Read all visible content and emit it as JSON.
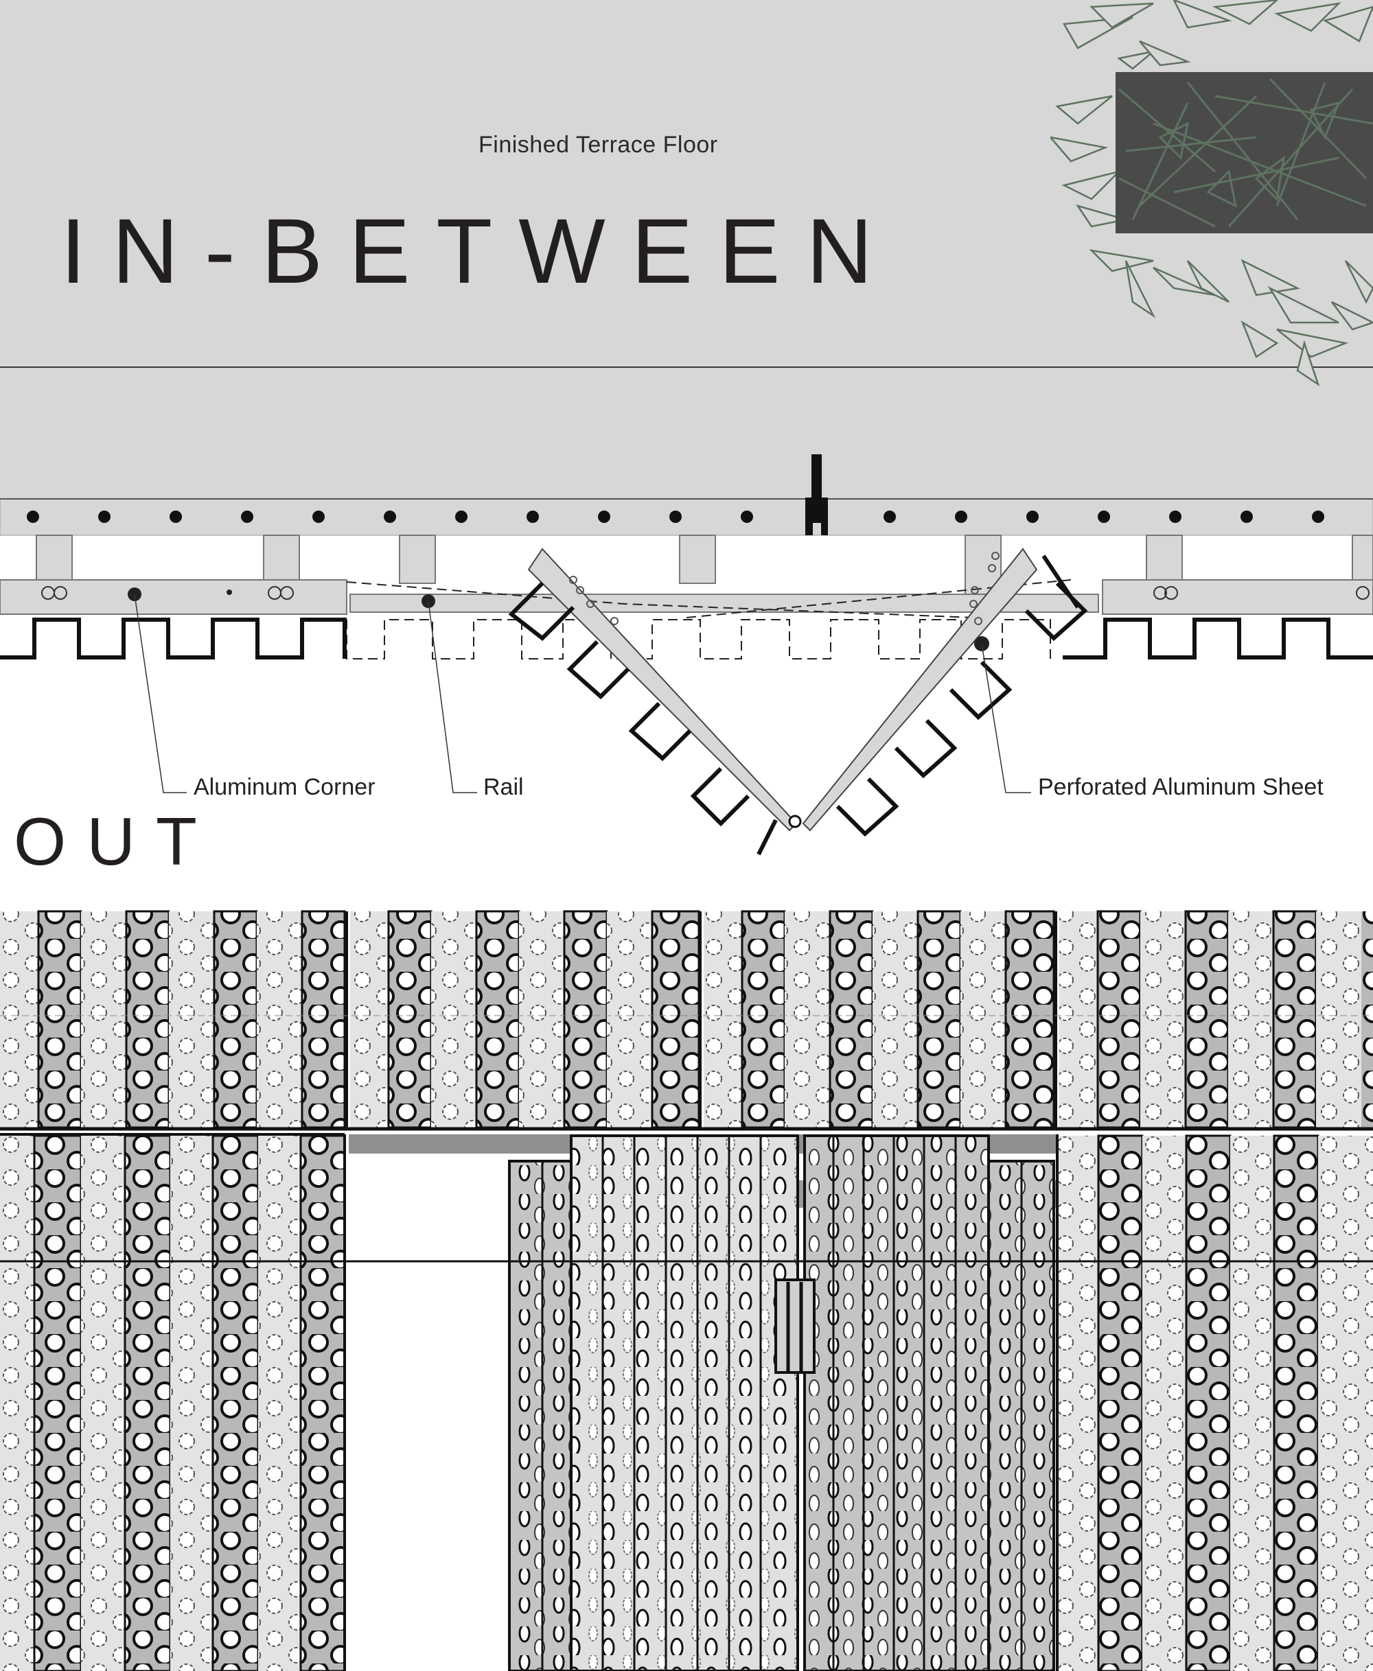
{
  "drawing": {
    "title": "IN-BETWEEN",
    "subtitle": "Finished Terrace Floor",
    "zone_label": "OUT"
  },
  "callouts": [
    {
      "id": "aluminum-corner",
      "label": "Aluminum Corner"
    },
    {
      "id": "rail",
      "label": "Rail"
    },
    {
      "id": "perforated-sheet",
      "label": "Perforated Aluminum Sheet"
    }
  ],
  "colors": {
    "background_top": "#d7d7d7",
    "ink": "#231f20",
    "plant_green": "#5e7360",
    "planter_dark": "#4a4a4a",
    "panel_light": "#e3e3e3",
    "panel_mid": "#b8b8b8",
    "lintel": "#8f8f8f"
  }
}
